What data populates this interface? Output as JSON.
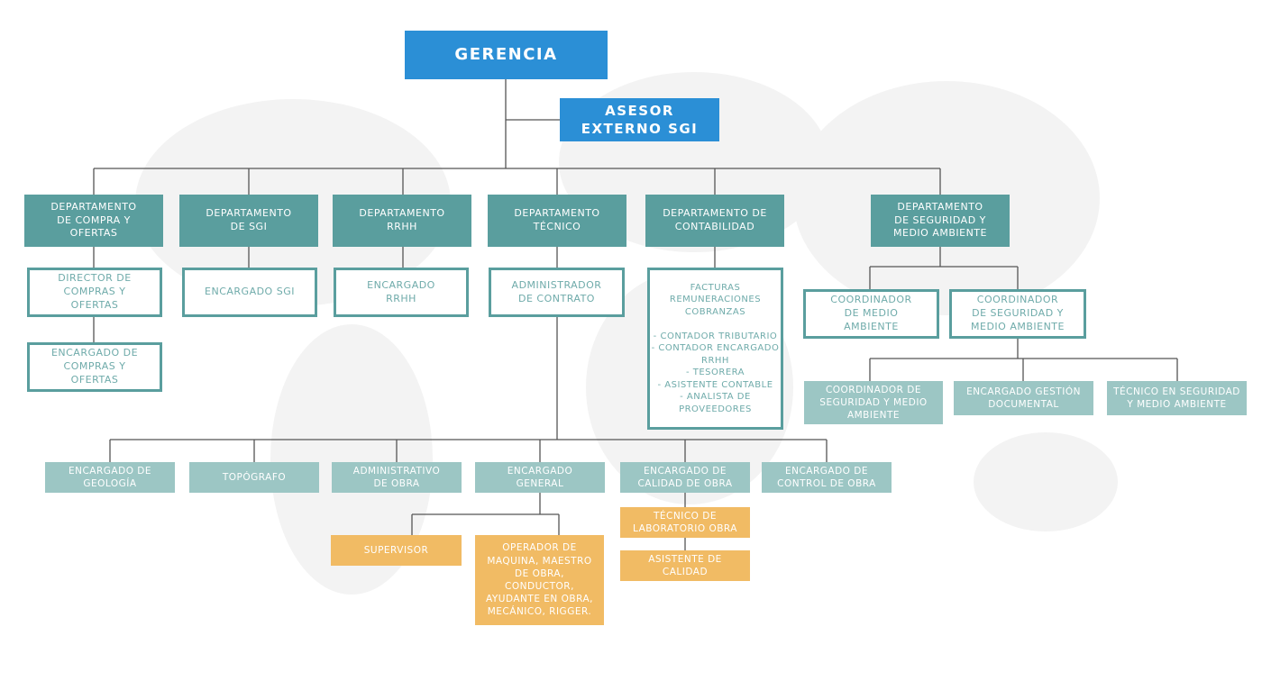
{
  "colors": {
    "primary": "#2b8fd6",
    "department": "#5a9e9e",
    "secondary": "#9cc6c4",
    "operational": "#f1bb64"
  },
  "nodes": {
    "gerencia": "GERENCIA",
    "asesor": "ASESOR\nEXTERNO SGI",
    "dept_compras": "DEPARTAMENTO\nDE COMPRA Y\nOFERTAS",
    "dept_sgi": "DEPARTAMENTO\nDE SGI",
    "dept_rrhh": "DEPARTAMENTO\nRRHH",
    "dept_tecnico": "DEPARTAMENTO\nTÉCNICO",
    "dept_contabilidad": "DEPARTAMENTO DE\nCONTABILIDAD",
    "dept_seguridad": "DEPARTAMENTO\nDE SEGURIDAD Y\nMEDIO AMBIENTE",
    "director_compras": "DIRECTOR DE\nCOMPRAS Y\nOFERTAS",
    "encargado_compras": "ENCARGADO DE\nCOMPRAS Y\nOFERTAS",
    "encargado_sgi": "ENCARGADO SGI",
    "encargado_rrhh": "ENCARGADO\nRRHH",
    "admin_contrato": "ADMINISTRADOR\nDE CONTRATO",
    "contabilidad_detalle": "FACTURAS\nREMUNERACIONES\nCOBRANZAS\n\n- CONTADOR TRIBUTARIO\n- CONTADOR ENCARGADO\nRRHH\n- TESORERA\n- ASISTENTE CONTABLE\n- ANALISTA DE\nPROVEEDORES",
    "coord_medio_ambiente": "COORDINADOR\nDE MEDIO\nAMBIENTE",
    "coord_seguridad": "COORDINADOR\nDE SEGURIDAD Y\nMEDIO AMBIENTE",
    "coord_seguridad_2": "COORDINADOR DE\nSEGURIDAD Y MEDIO\nAMBIENTE",
    "encargado_gestion": "ENCARGADO GESTIÓN\nDOCUMENTAL",
    "tecnico_seguridad": "TÉCNICO EN SEGURIDAD\nY MEDIO AMBIENTE",
    "encargado_geologia": "ENCARGADO DE\nGEOLOGÍA",
    "topografo": "TOPÓGRAFO",
    "administrativo_obra": "ADMINISTRATIVO\nDE OBRA",
    "encargado_general": "ENCARGADO\nGENERAL",
    "encargado_calidad": "ENCARGADO DE\nCALIDAD DE OBRA",
    "encargado_control": "ENCARGADO DE\nCONTROL DE OBRA",
    "supervisor": "SUPERVISOR",
    "operador": "OPERADOR DE\nMAQUINA, MAESTRO\nDE OBRA,\nCONDUCTOR,\nAYUDANTE EN OBRA,\nMECÁNICO, RIGGER.",
    "tecnico_laboratorio": "TÉCNICO DE\nLABORATORIO OBRA",
    "asistente_calidad": "ASISTENTE DE\nCALIDAD"
  }
}
